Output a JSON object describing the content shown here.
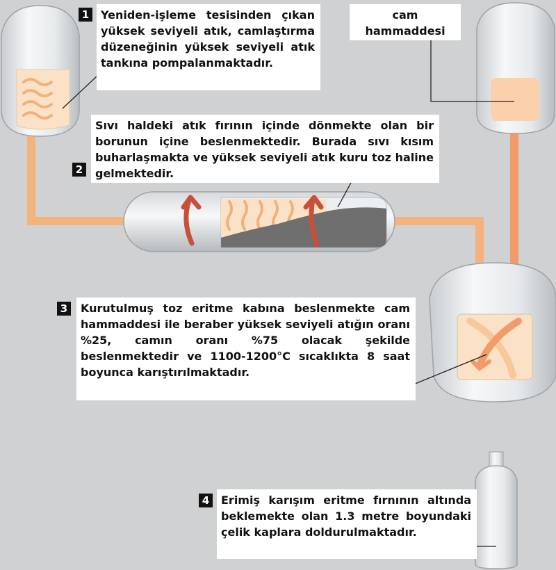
{
  "colors": {
    "background": "#cfd1d2",
    "pipe": "#f4b27c",
    "pipe_hot": "#f29a6a",
    "heat_arrow": "#c8503a",
    "vessel_metal": "#e8ebec",
    "waste_fill": "#fbe2c6",
    "powder": "#6f6f6f",
    "callout_bg": "#ffffff",
    "badge_bg": "#111111"
  },
  "icons": [
    "waste-wave-icon",
    "heat-arrow-icon",
    "mixing-arrow-icon"
  ],
  "steps": [
    {
      "number": "1",
      "text": "Yeniden-işleme tesisinden çıkan yüksek seviyeli atık, camlaştırma düzeneğinin yüksek seviyeli atık tankına pompalanmaktadır."
    },
    {
      "number": "2",
      "text": "Sıvı haldeki atık fırının içinde dönmekte olan bir borunun içine beslenmektedir. Burada sıvı kısım buharlaşmakta ve yüksek seviyeli atık kuru toz haline gelmektedir."
    },
    {
      "number": "3",
      "text": "Kurutulmuş toz eritme kabına beslenmekte cam hammaddesi ile beraber yüksek seviyeli atığın oranı %25, camın oranı %75 olacak şekilde beslenmektedir ve 1100-1200°C sıcaklıkta 8 saat boyunca karıştırılmaktadır."
    },
    {
      "number": "4",
      "text": "Erimiş karışım eritme fırnının altında beklemekte olan 1.3 metre boyundaki çelik kaplara doldurulmaktadır."
    }
  ],
  "labels": {
    "glass_raw_material": "cam hammaddesi"
  }
}
